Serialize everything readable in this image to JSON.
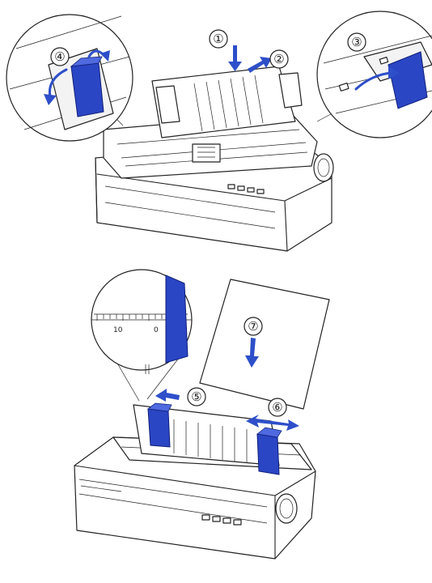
{
  "figure": {
    "top_panel": {
      "steps": [
        {
          "label": "①"
        },
        {
          "label": "②"
        },
        {
          "label": "③"
        },
        {
          "label": "④"
        }
      ]
    },
    "bottom_panel": {
      "steps": [
        {
          "label": "⑤"
        },
        {
          "label": "⑥"
        },
        {
          "label": "⑦"
        }
      ],
      "scale_labels": {
        "ten": "10",
        "zero": "0"
      }
    }
  },
  "colors": {
    "accent": "#2b46c4",
    "arrow": "#2e4fc9",
    "line": "#222222"
  }
}
